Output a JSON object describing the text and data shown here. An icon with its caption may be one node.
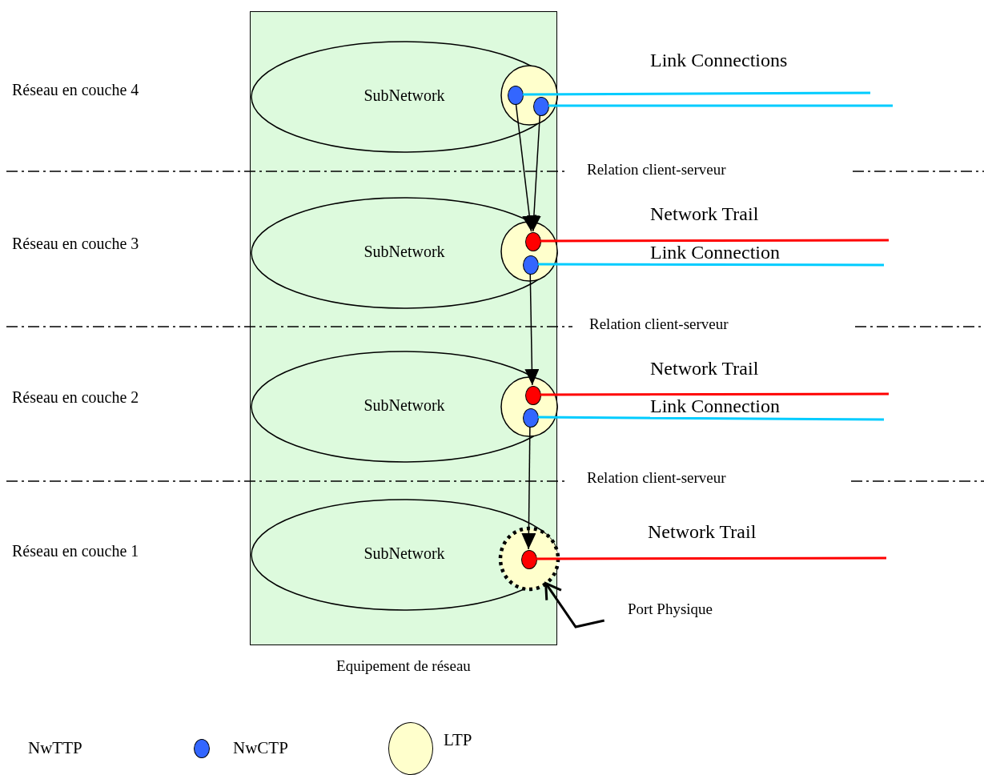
{
  "diagram": {
    "nodes": [
      {
        "text": [
          "Equipement de réseau"
        ]
      },
      {
        "text": [
          "SubNetwork"
        ],
        "in": 0
      },
      {
        "text": [],
        "shape": "circle",
        "in": 1
      },
      {
        "text": [],
        "shape": "circle",
        "in": 2
      },
      {
        "text": [],
        "shape": "circle",
        "in": 2
      },
      {
        "text": [
          "SubNetwork"
        ],
        "in": 0
      },
      {
        "text": [],
        "shape": "circle",
        "in": 5
      },
      {
        "text": [],
        "shape": "circle",
        "in": 6
      },
      {
        "text": [],
        "shape": "circle",
        "in": 6
      },
      {
        "text": [
          "SubNetwork"
        ],
        "in": 0
      },
      {
        "text": [],
        "shape": "circle",
        "in": 9
      },
      {
        "text": [],
        "shape": "circle",
        "in": 10
      },
      {
        "text": [],
        "shape": "circle",
        "in": 10
      },
      {
        "text": [
          "SubNetwork"
        ],
        "in": 0
      },
      {
        "text": [],
        "shape": "circle",
        "in": 13
      },
      {
        "text": [],
        "shape": "circle",
        "in": 14
      },
      {
        "text": [
          "Port Physique"
        ]
      }
    ],
    "edges": [
      {
        "from": 3,
        "to": null,
        "arrow": "none",
        "color": "#00ccff",
        "label": "Link Connections"
      },
      {
        "from": 4,
        "to": null,
        "arrow": "none",
        "color": "#00ccff"
      },
      {
        "from": 3,
        "to": 7,
        "arrow": "to"
      },
      {
        "from": 4,
        "to": 7,
        "arrow": "to"
      },
      {
        "from": 7,
        "to": null,
        "arrow": "none",
        "color": "#ff0000",
        "label": "Network Trail"
      },
      {
        "from": 8,
        "to": null,
        "arrow": "none",
        "color": "#00ccff",
        "label": "Link Connection"
      },
      {
        "from": 8,
        "to": 11,
        "arrow": "to"
      },
      {
        "from": 11,
        "to": null,
        "arrow": "none",
        "color": "#ff0000",
        "label": "Network Trail"
      },
      {
        "from": 12,
        "to": null,
        "arrow": "none",
        "color": "#00ccff",
        "label": "Link Connection"
      },
      {
        "from": 12,
        "to": 15,
        "arrow": "to"
      },
      {
        "from": 15,
        "to": null,
        "arrow": "none",
        "color": "#ff0000",
        "label": "Network Trail"
      },
      {
        "from": 16,
        "to": 14,
        "arrow": "to"
      }
    ],
    "labels": [
      "Réseau en couche 4",
      "Relation client-serveur",
      "Réseau en couche 3",
      "Relation client-serveur",
      "Réseau en couche 2",
      "Relation client-serveur",
      "Réseau en couche 1"
    ],
    "legend": [
      {
        "text": "NwTTP"
      },
      {
        "text": "NwCTP",
        "color": "#3366ff"
      },
      {
        "text": "LTP",
        "color": "#ffffcc"
      }
    ]
  }
}
